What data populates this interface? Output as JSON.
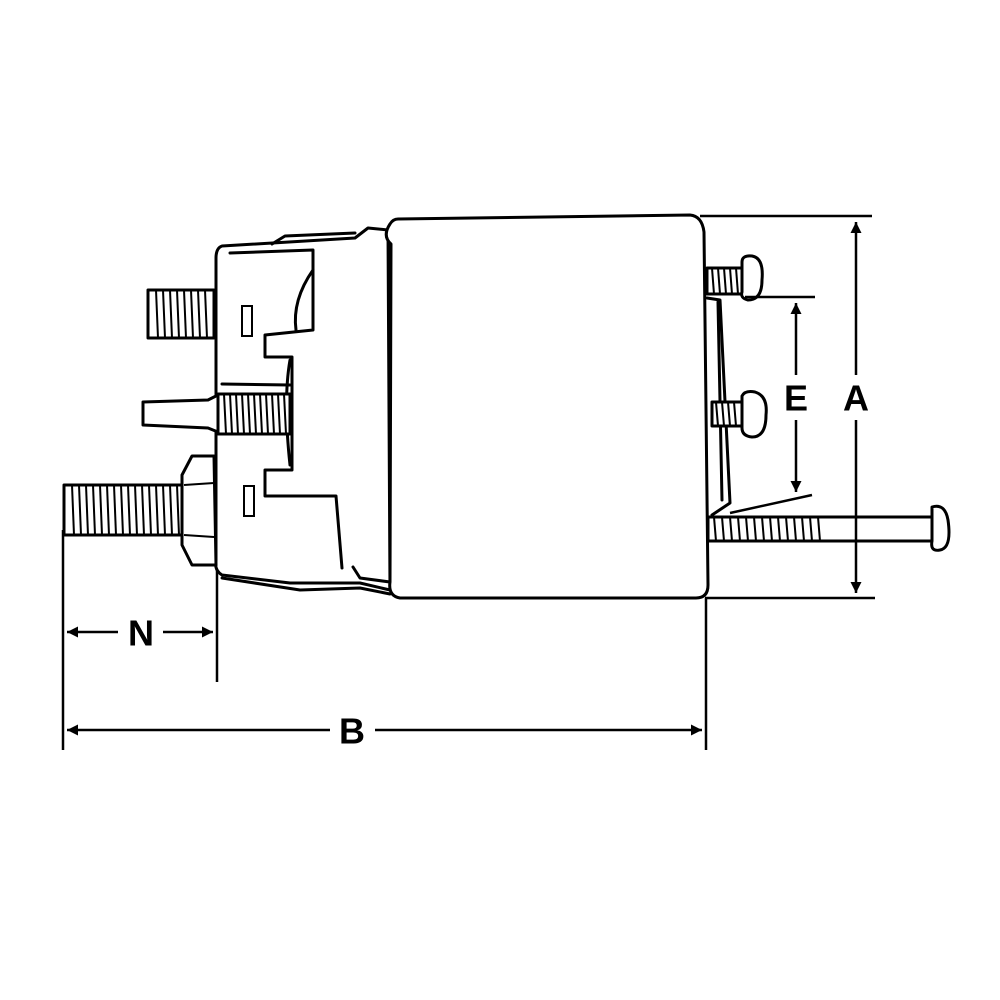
{
  "diagram": {
    "dimensions": [
      {
        "key": "a",
        "label": "A"
      },
      {
        "key": "b",
        "label": "B"
      },
      {
        "key": "e",
        "label": "E"
      },
      {
        "key": "n",
        "label": "N"
      }
    ],
    "line_color": "#000000",
    "background": "#ffffff"
  }
}
